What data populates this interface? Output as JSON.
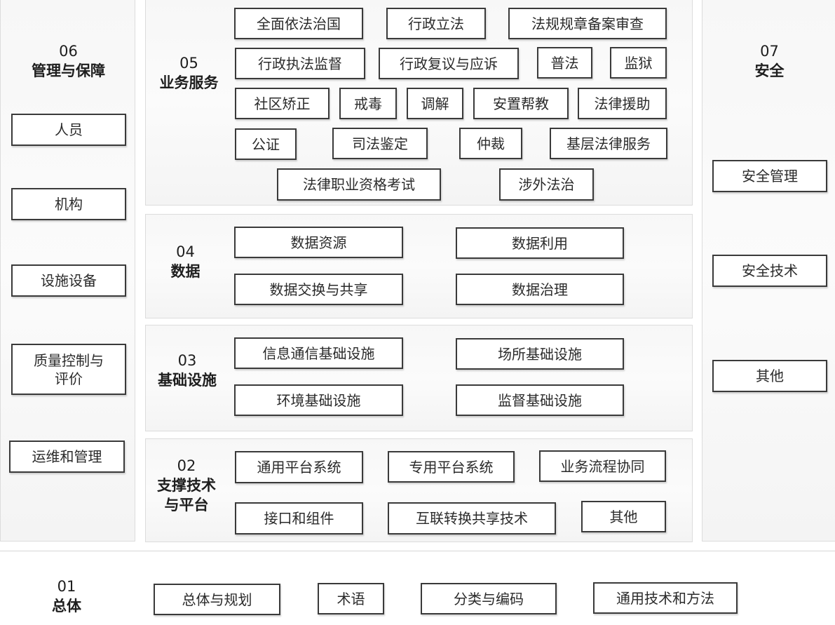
{
  "management": {
    "number": "06",
    "title": "管理与保障",
    "items": [
      "人员",
      "机构",
      "设施设备",
      "质量控制与\n评价",
      "运维和管理"
    ]
  },
  "security": {
    "number": "07",
    "title": "安全",
    "items": [
      "安全管理",
      "安全技术",
      "其他"
    ]
  },
  "business": {
    "number": "05",
    "title": "业务服务",
    "items": [
      "全面依法治国",
      "行政立法",
      "法规规章备案审查",
      "行政执法监督",
      "行政复议与应诉",
      "普法",
      "监狱",
      "社区矫正",
      "戒毒",
      "调解",
      "安置帮教",
      "法律援助",
      "公证",
      "司法鉴定",
      "仲裁",
      "基层法律服务",
      "法律职业资格考试",
      "涉外法治"
    ]
  },
  "data": {
    "number": "04",
    "title": "数据",
    "items": [
      "数据资源",
      "数据利用",
      "数据交换与共享",
      "数据治理"
    ]
  },
  "infrastructure": {
    "number": "03",
    "title": "基础设施",
    "items": [
      "信息通信基础设施",
      "场所基础设施",
      "环境基础设施",
      "监督基础设施"
    ]
  },
  "platform": {
    "number": "02",
    "title_line1": "支撑技术",
    "title_line2": "与平台",
    "items": [
      "通用平台系统",
      "专用平台系统",
      "业务流程协同",
      "接口和组件",
      "互联转换共享技术",
      "其他"
    ]
  },
  "general": {
    "number": "01",
    "title": "总体",
    "items": [
      "总体与规划",
      "术语",
      "分类与编码",
      "通用技术和方法"
    ]
  }
}
